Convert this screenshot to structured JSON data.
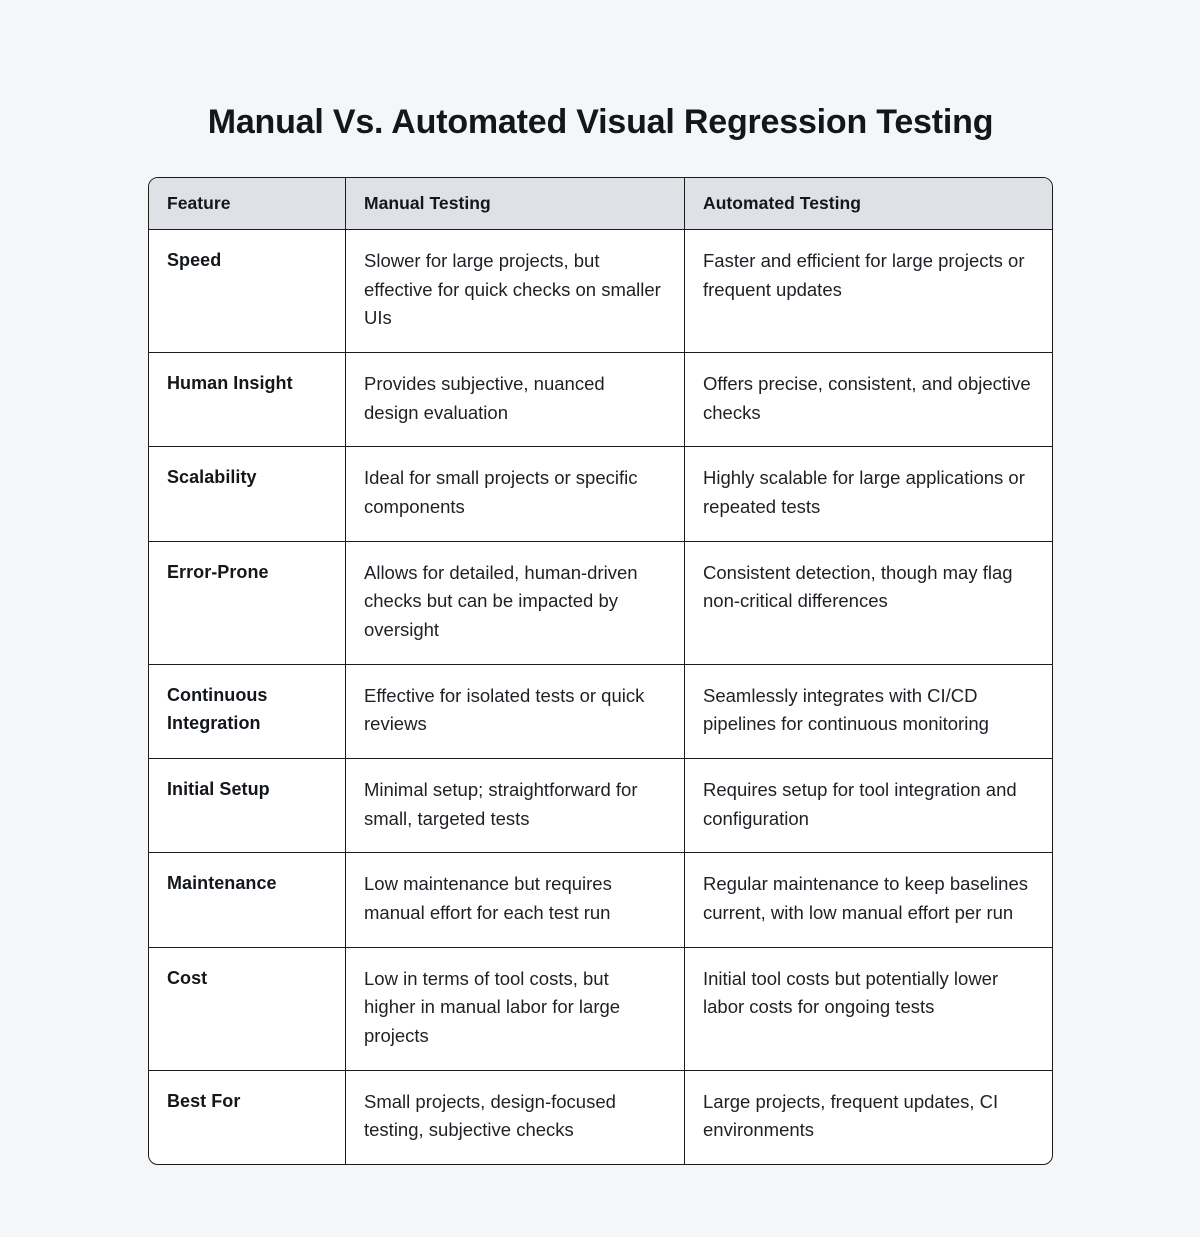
{
  "document": {
    "title": "Manual Vs. Automated Visual Regression Testing",
    "background_color": "#f5f6f8",
    "header_background_color": "#dee2e6",
    "border_color": "#1c1c1c",
    "text_color": "#1d2125"
  },
  "table": {
    "columns": [
      {
        "key": "feature",
        "label": "Feature"
      },
      {
        "key": "manual",
        "label": "Manual Testing"
      },
      {
        "key": "automated",
        "label": "Automated Testing"
      }
    ],
    "rows": [
      {
        "feature": "Speed",
        "manual": "Slower for large projects, but effective for quick checks on smaller UIs",
        "automated": "Faster and efficient for large projects or frequent updates"
      },
      {
        "feature": "Human Insight",
        "manual": "Provides subjective, nuanced design evaluation",
        "automated": "Offers precise, consistent, and objective checks"
      },
      {
        "feature": "Scalability",
        "manual": "Ideal for small projects or specific components",
        "automated": "Highly scalable for large applications or repeated tests"
      },
      {
        "feature": "Error-Prone",
        "manual": "Allows for detailed, human-driven checks but can be impacted by oversight",
        "automated": "Consistent detection, though may flag non-critical differences"
      },
      {
        "feature": "Continuous Integration",
        "manual": "Effective for isolated tests or quick reviews",
        "automated": "Seamlessly integrates with CI/CD pipelines for continuous monitoring"
      },
      {
        "feature": "Initial Setup",
        "manual": "Minimal setup; straightforward for small, targeted tests",
        "automated": "Requires setup for tool integration and configuration"
      },
      {
        "feature": "Maintenance",
        "manual": "Low maintenance but requires manual effort for each test run",
        "automated": "Regular maintenance to keep baselines current, with low manual effort per run"
      },
      {
        "feature": "Cost",
        "manual": "Low in terms of tool costs, but higher in manual labor for large projects",
        "automated": "Initial tool costs but potentially lower labor costs for ongoing tests"
      },
      {
        "feature": "Best For",
        "manual": "Small projects, design-focused testing, subjective checks",
        "automated": "Large projects, frequent updates, CI environments"
      }
    ]
  }
}
